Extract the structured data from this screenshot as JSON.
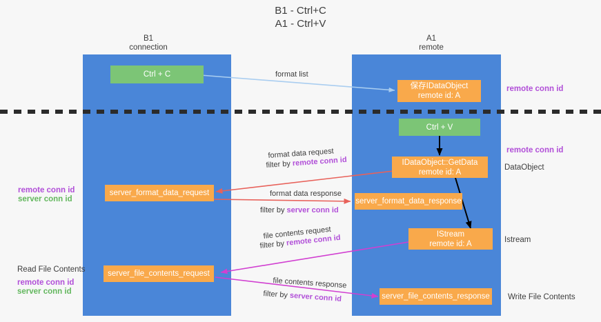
{
  "title": {
    "line1": "B1 - Ctrl+C",
    "line2": "A1 - Ctrl+V"
  },
  "columns": [
    {
      "name": "b1",
      "title": "B1",
      "subtitle": "connection"
    },
    {
      "name": "a1",
      "title": "A1",
      "subtitle": "remote"
    }
  ],
  "nodes": {
    "ctrl_c": {
      "label": "Ctrl + C",
      "color": "#7cc576"
    },
    "save_idataobject": {
      "line1": "保存IDataObject",
      "line2": "remote id: A",
      "color": "#f9a94b"
    },
    "ctrl_v": {
      "label": "Ctrl + V",
      "color": "#7cc576"
    },
    "getdata": {
      "line1": "IDataObject::GetData",
      "line2": "remote id: A",
      "color": "#f9a94b"
    },
    "server_format_data_request": {
      "label": "server_format_data_request",
      "color": "#f9a94b"
    },
    "server_format_data_response": {
      "label": "server_format_data_response",
      "color": "#f9a94b"
    },
    "istream": {
      "line1": "IStream",
      "line2": "remote id: A",
      "color": "#f9a94b"
    },
    "server_file_contents_request": {
      "label": "server_file_contents_request",
      "color": "#f9a94b"
    },
    "server_file_contents_response": {
      "label": "server_file_contents_response",
      "color": "#f9a94b"
    }
  },
  "edge_labels": {
    "format_list": "format list",
    "format_data_request": "format data request",
    "format_data_request_filter_prefix": "filter by ",
    "format_data_request_filter_key": "remote conn id",
    "format_data_response": "format data response",
    "format_data_response_filter_prefix": "filter by ",
    "format_data_response_filter_key": "server conn id",
    "file_contents_request": "file contents request",
    "file_contents_request_filter_prefix": "filter by ",
    "file_contents_request_filter_key": "remote conn id",
    "file_contents_response": "file contents response",
    "file_contents_response_filter_prefix": "filter by ",
    "file_contents_response_filter_key": "server conn id"
  },
  "annotations": {
    "right_remote_conn_id_top": "remote conn id",
    "right_remote_conn_id_mid": "remote conn id",
    "right_dataobject": "DataObject",
    "right_istream": "Istream",
    "right_write_file_contents": "Write File Contents",
    "left_remote_conn_id": "remote conn id",
    "left_server_conn_id": "server conn id",
    "left_read_file_contents": "Read File Contents",
    "left_remote_conn_id_2": "remote conn id",
    "left_server_conn_id_2": "server conn id"
  },
  "colors": {
    "lane": "#4a86d8",
    "green_node": "#7cc576",
    "orange_node": "#f9a94b",
    "purple_text": "#b14fd8",
    "green_text": "#63b75e",
    "red_arrow": "#e8615a",
    "magenta_arrow": "#d13fd1",
    "light_blue_arrow": "#a9cdf0",
    "black_arrow": "#000000",
    "divider": "#2b2b2b",
    "background": "#f7f7f7"
  }
}
